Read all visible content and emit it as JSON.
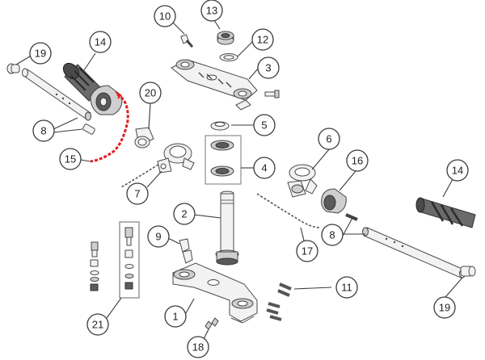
{
  "diagram": {
    "callouts": {
      "c1": "1",
      "c2": "2",
      "c3": "3",
      "c4": "4",
      "c5": "5",
      "c6": "6",
      "c7": "7",
      "c8a": "8",
      "c8b": "8",
      "c9": "9",
      "c10": "10",
      "c11": "11",
      "c12": "12",
      "c13": "13",
      "c14a": "14",
      "c14b": "14",
      "c15": "15",
      "c16": "16",
      "c17": "17",
      "c18": "18",
      "c19a": "19",
      "c19b": "19",
      "c20": "20",
      "c21": "21"
    },
    "colors": {
      "callout_stroke": "#3a3a3a",
      "throttle_cable_highlight": "#e02020",
      "grip_dark": "#4a4a4a"
    }
  }
}
